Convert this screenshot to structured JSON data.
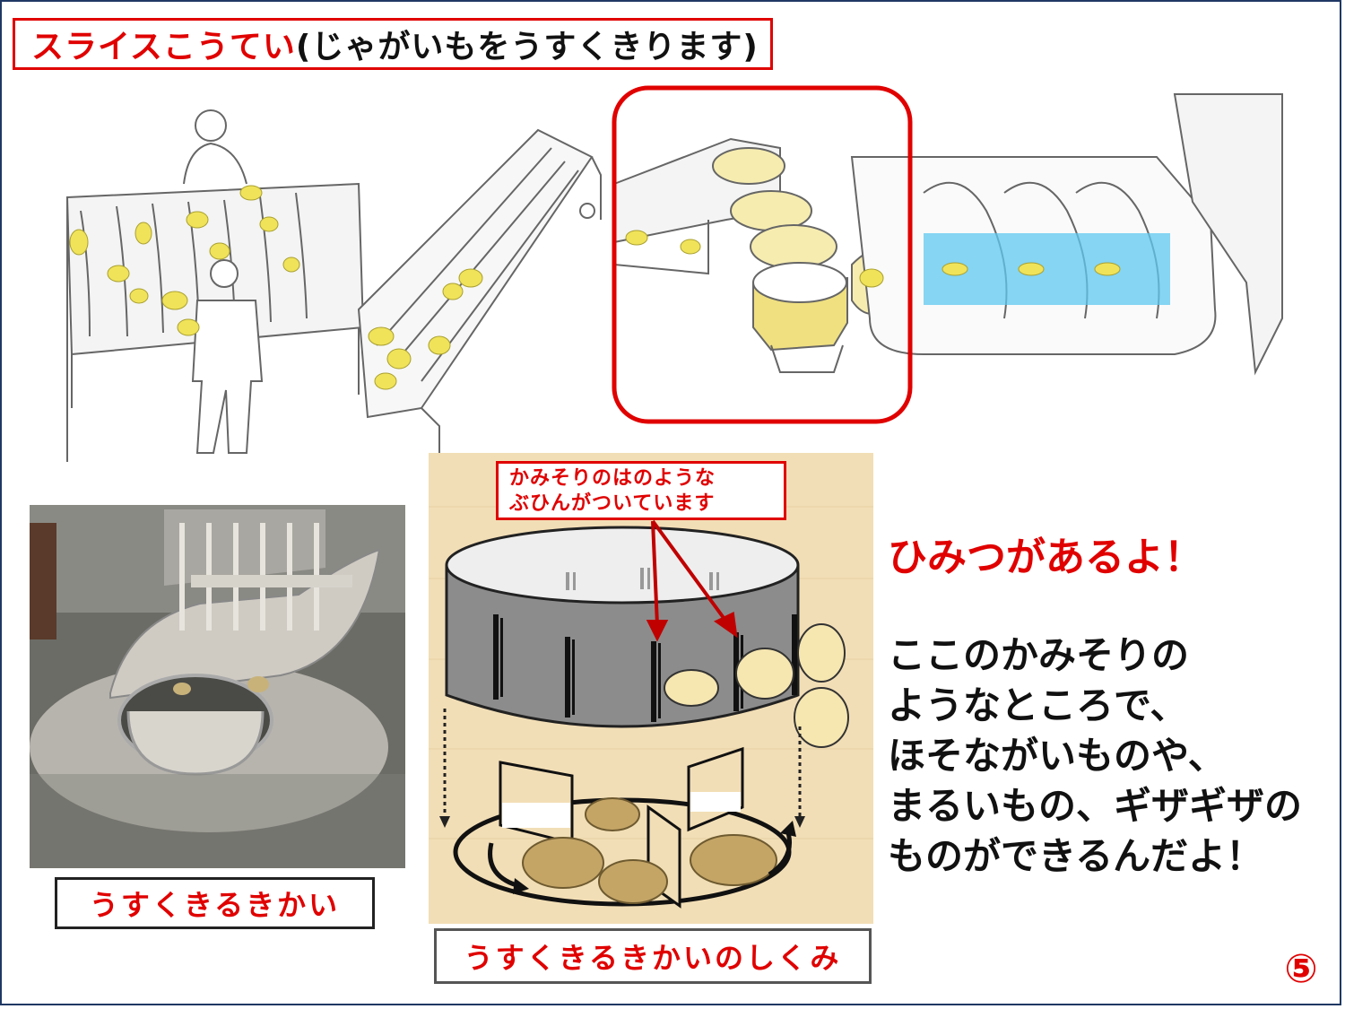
{
  "title": {
    "red": "スライスこうてい",
    "black": "(じゃがいもをうすくきります)"
  },
  "callout": {
    "line1": "かみそりのはのような",
    "line2": "ぶひんがついています"
  },
  "captions": {
    "photo": "うすくきるきかい",
    "mechanism": "うすくきるきかいのしくみ"
  },
  "secret_heading": "ひみつがあるよ！",
  "explanation": [
    "ここのかみそりの",
    "ようなところで、",
    "ほそながいものや、",
    "まるいもの、ギザギザの",
    "ものができるんだよ！"
  ],
  "page_number": "⑤",
  "colors": {
    "accent_red": "#e00000",
    "frame_navy": "#1f3864",
    "potato": "#f0e35a",
    "water": "#5ec8f0",
    "parchment": "#f2deb6"
  }
}
